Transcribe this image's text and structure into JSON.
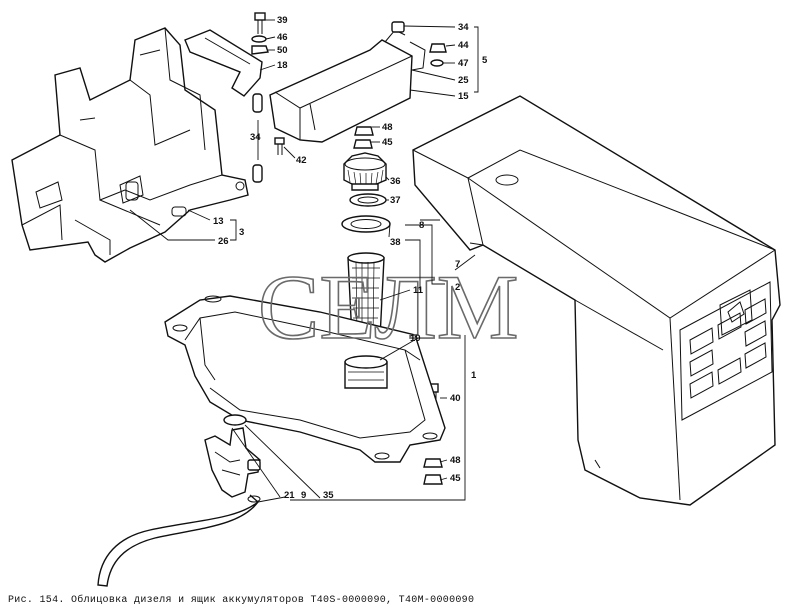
{
  "watermark": "СЕЛМ",
  "caption": "Рис. 154. Облицовка дизеля и ящик аккумуляторов   Т40S-0000090,   Т40М-0000090",
  "callouts": {
    "c39": "39",
    "c46a": "46",
    "c50": "50",
    "c18": "18",
    "c34a": "34",
    "c44": "44",
    "c47": "47",
    "c25": "25",
    "c5": "5",
    "c15": "15",
    "c48a": "48",
    "c45a": "45",
    "c34b": "34",
    "c42": "42",
    "c36": "36",
    "c37": "37",
    "c8": "8",
    "c38": "38",
    "c13": "13",
    "c3": "3",
    "c26": "26",
    "c7": "7",
    "c11": "11",
    "c2": "2",
    "c10": "10",
    "c1": "1",
    "c40": "40",
    "c48b": "48",
    "c45b": "45",
    "c21": "21",
    "c9": "9",
    "c35": "35"
  }
}
